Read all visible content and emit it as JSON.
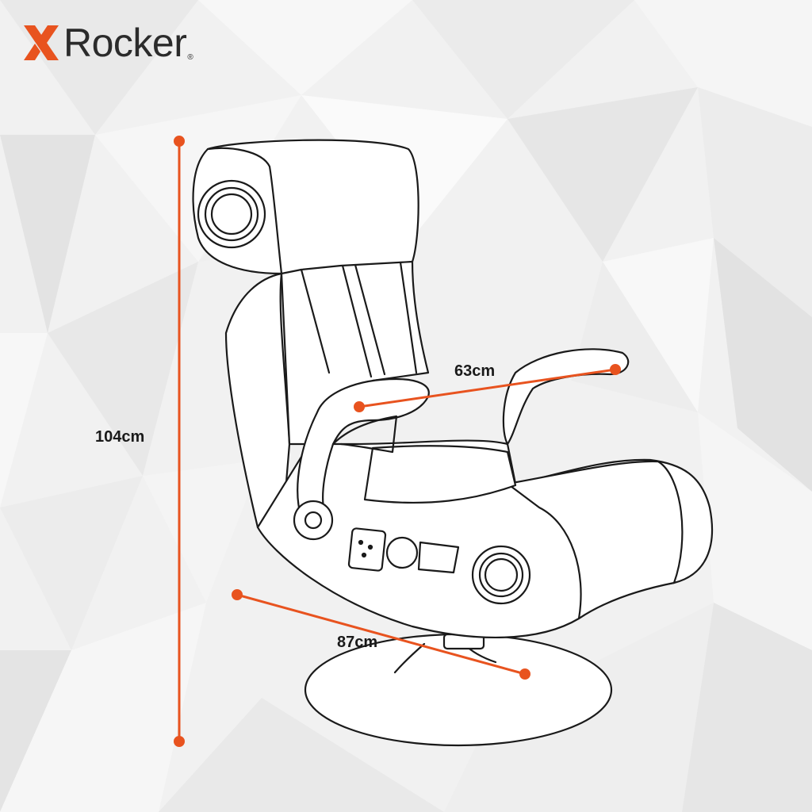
{
  "brand": {
    "name": "Rocker",
    "registered": "®",
    "accent_color": "#e8531f",
    "text_color": "#2b2b2b"
  },
  "dimensions": {
    "height": "104cm",
    "width": "63cm",
    "depth": "87cm"
  },
  "colors": {
    "dimension_line": "#e8531f",
    "outline": "#1a1a1a",
    "background": "#f1f1f1"
  }
}
